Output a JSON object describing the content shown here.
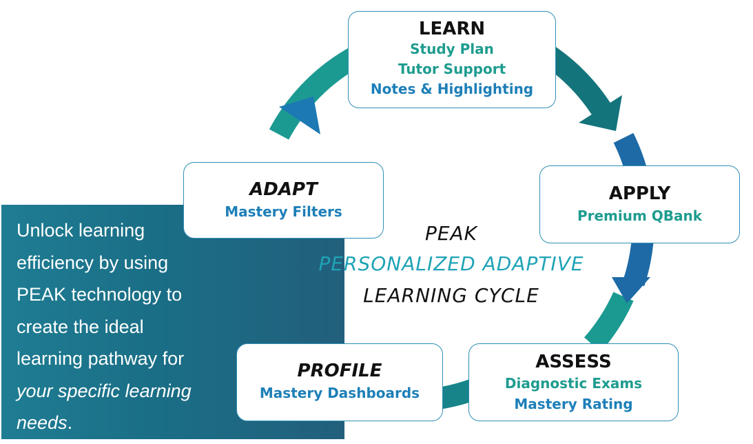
{
  "intro": {
    "lines": [
      "Unlock learning",
      "efficiency by using",
      "PEAK technology to",
      "create the ideal",
      "learning pathway for"
    ],
    "italic_line": "your specific learning",
    "last_italic": "needs",
    "last_tail": "."
  },
  "center": {
    "line1": "PEAK",
    "line2": "PERSONALIZED ADAPTIVE",
    "line3": "LEARNING CYCLE"
  },
  "stages": {
    "learn": {
      "title": "LEARN",
      "items": [
        "Study Plan",
        "Tutor Support",
        "Notes & Highlighting"
      ]
    },
    "apply": {
      "title": "APPLY",
      "items": [
        "Premium QBank"
      ]
    },
    "assess": {
      "title": "ASSESS",
      "items": [
        "Diagnostic Exams",
        "Mastery Rating"
      ]
    },
    "profile": {
      "title": "PROFILE",
      "items": [
        "Mastery Dashboards"
      ]
    },
    "adapt": {
      "title": "ADAPT",
      "items": [
        "Mastery Filters"
      ]
    }
  },
  "colors": {
    "teal": "#1e9c8f",
    "blue": "#1d7fb8",
    "ring_teal": "#1b9a92",
    "ring_blue": "#1c6ea8",
    "ring_dark": "#14707a"
  }
}
